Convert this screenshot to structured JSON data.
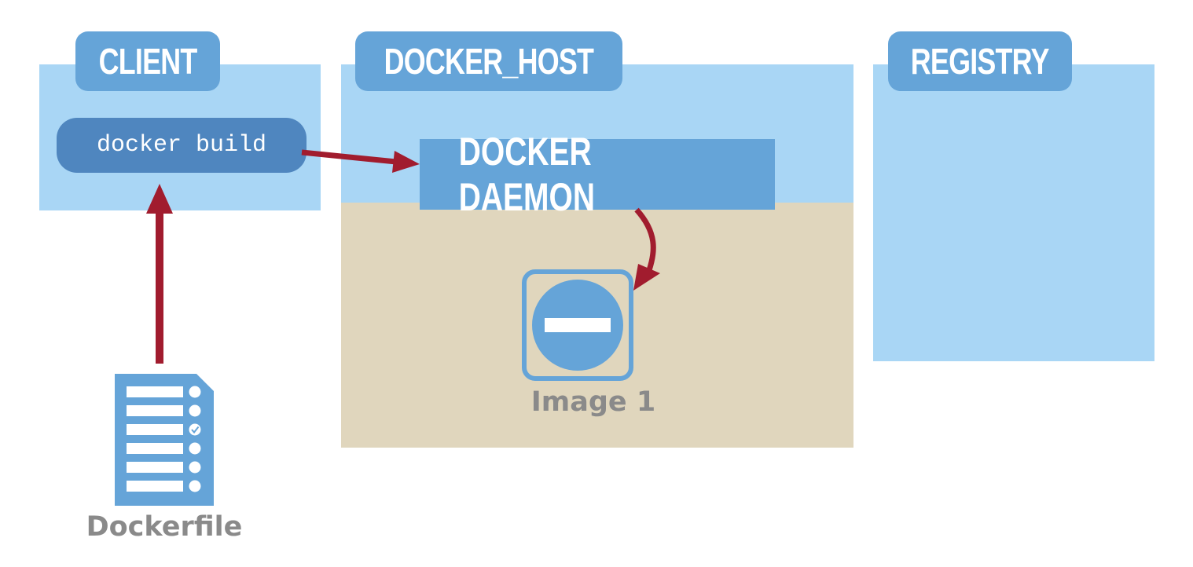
{
  "client": {
    "title": "CLIENT",
    "command": "docker build"
  },
  "docker_host": {
    "title": "DOCKER_HOST",
    "daemon_label": "DOCKER DAEMON",
    "image_label": "Image 1"
  },
  "registry": {
    "title": "REGISTRY"
  },
  "dockerfile": {
    "label": "Dockerfile"
  },
  "colors": {
    "panel": "#a9d6f5",
    "tab": "#65a4d8",
    "storage": "#e0d6bd",
    "arrow": "#a11c2e",
    "command_pill": "#4f86bf",
    "caption": "#8a8a8a"
  },
  "icons": {
    "image": "image-icon",
    "dockerfile": "document-icon"
  }
}
